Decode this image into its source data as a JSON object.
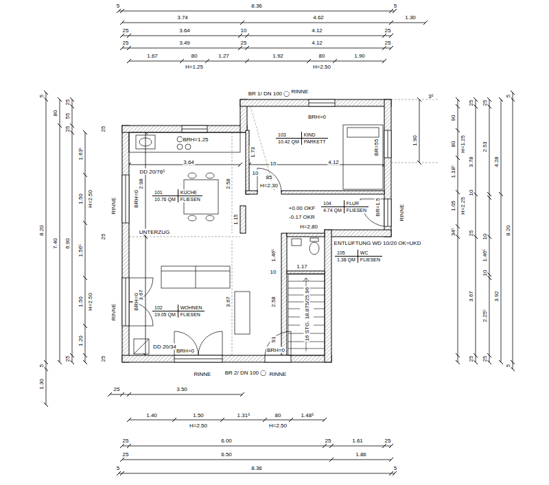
{
  "diagram": {
    "nodes": [
      {
        "text": [
          "101",
          "KÜCHE",
          "10.76 QM",
          "FLIESEN"
        ]
      },
      {
        "text": [
          "102",
          "WOHNEN",
          "19.05 QM",
          "FLIESEN"
        ]
      },
      {
        "text": [
          "103",
          "KIND",
          "10.42 QM",
          "PARKETT"
        ]
      },
      {
        "text": [
          "104",
          "FLUR",
          "4.74 QM",
          "FLIESEN"
        ]
      },
      {
        "text": [
          "105",
          "WC",
          "1.38 QM",
          "FLIESEN"
        ]
      }
    ],
    "labels": [
      "5",
      "8.36",
      "5",
      "3.74",
      "4.62",
      "1.30",
      "25",
      "3.64",
      "10",
      "4.12",
      "25",
      "25",
      "3.49",
      "25",
      "4.12",
      "25",
      "1.67",
      "80",
      "1.27",
      "1.92",
      "80",
      "1.90",
      "H=1.25",
      "H=2.50",
      "25",
      "3.50",
      "1.30",
      "1.40",
      "1.50",
      "1.31⁵",
      "80",
      "1.48⁵",
      "H=2.50",
      "H=2.50",
      "25",
      "6.00",
      "25",
      "1.61",
      "25",
      "25",
      "6.50",
      "1.86",
      "5",
      "8.36",
      "5",
      "5",
      "8.20",
      "5",
      "80",
      "7.40",
      "25",
      "55",
      "25",
      "6.90",
      "25",
      "1.63⁵",
      "1.50",
      "1.56⁵",
      "1.50",
      "1.20",
      "H=2.50",
      "H=2.50",
      "25",
      "25",
      "25",
      "25",
      "25",
      "90",
      "80",
      "H=1.25",
      "2.53",
      "4.28",
      "1.18⁵",
      "10",
      "3.78",
      "1.05",
      "H=2.25",
      "34⁵",
      "25",
      "10",
      "1.46⁵",
      "10",
      "3.67",
      "3.92",
      "2.25⁵",
      "25",
      "25",
      "5",
      "8.20",
      "5",
      "1.90",
      "3⁵",
      "3.64",
      "4.12",
      "2.98",
      "2.58",
      "1.15",
      "1.73",
      "10",
      "10",
      "85",
      "H=2.30",
      "H=2.80",
      "3.67",
      "3.67",
      "2.58",
      "1.46⁵",
      "10",
      "1.17",
      "91",
      "+0.00 OKF",
      "-0.17 OKR",
      "ENTLÜFTUNG WD 10/20 OK=UKD",
      "16 STG. 18.875/25.96",
      "UNTERZUG",
      "BR 1/ DN 100 ◯",
      "BRH=1.25",
      "DD 20/76⁵",
      "DD 20/34",
      "BRH=0",
      "BR=55",
      "BR=1.5",
      "BRH=0",
      "BRH=0",
      "BRH=0",
      "BRH=0",
      "BR 2/ DN 100 ◯",
      "RINNE",
      "RINNE",
      "RINNE",
      "RINNE",
      "RINNE",
      "RINNE"
    ]
  }
}
